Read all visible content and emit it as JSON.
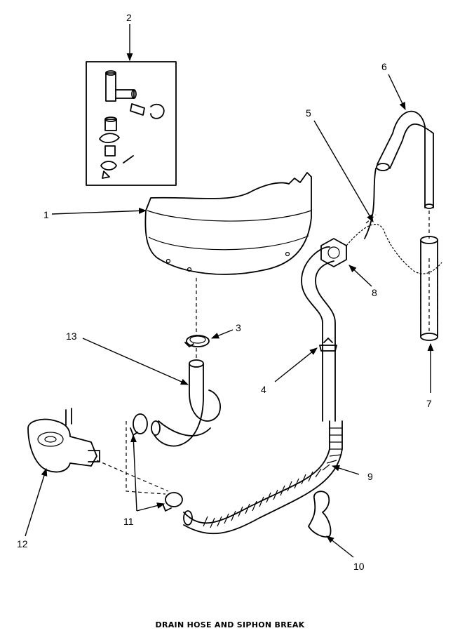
{
  "caption": "DRAIN HOSE AND SIPHON BREAK",
  "callouts": [
    "1",
    "2",
    "3",
    "4",
    "5",
    "6",
    "7",
    "8",
    "9",
    "10",
    "11",
    "12",
    "13"
  ]
}
